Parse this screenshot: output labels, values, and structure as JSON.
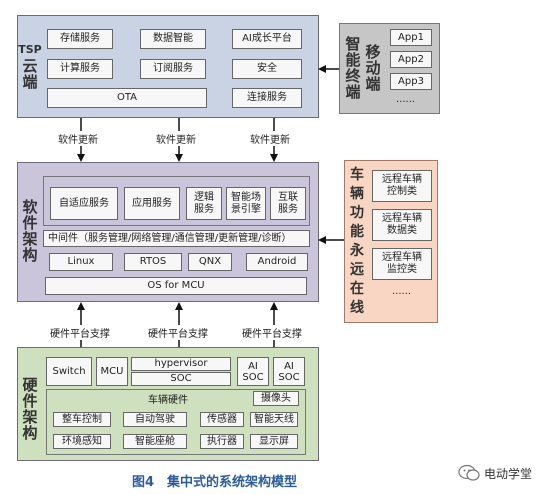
{
  "tsp": {
    "label_lines": [
      "TSP",
      "云",
      "端"
    ],
    "boxes": [
      "存储服务",
      "数据智能",
      "AI成长平台",
      "计算服务",
      "订阅服务",
      "安全",
      "OTA",
      "连接服务"
    ]
  },
  "terminal": {
    "label_lines": [
      "智",
      "能",
      "终",
      "端"
    ],
    "label2_lines": [
      "移",
      "动",
      "端"
    ],
    "apps": [
      "App1",
      "App2",
      "App3",
      "......"
    ]
  },
  "arrows_top": [
    "软件更新",
    "软件更新",
    "软件更新"
  ],
  "software": {
    "label_lines": [
      "软",
      "件",
      "架",
      "构"
    ],
    "services": [
      "自适应服务",
      "应用服务",
      "逻辑\n服务",
      "智能场\n景引擎",
      "互联\n服务"
    ],
    "middleware": "中间件（服务管理/网络管理/通信管理/更新管理/诊断）",
    "os": [
      "Linux",
      "RTOS",
      "QNX",
      "Android"
    ],
    "os_mcu": "OS for MCU"
  },
  "vehicle": {
    "label_lines": [
      "车",
      "辆",
      "功",
      "能",
      "永",
      "远",
      "在",
      "线"
    ],
    "items": [
      "远程车辆\n控制类",
      "远程车辆\n数据类",
      "远程车辆\n监控类",
      "......"
    ]
  },
  "arrows_bottom": [
    "硬件平台支撑",
    "硬件平台支撑",
    "硬件平台支撑"
  ],
  "hardware": {
    "label_lines": [
      "硬",
      "件",
      "架",
      "构"
    ],
    "switch": "Switch",
    "mcu": "MCU",
    "hypervisor": "hypervisor",
    "soc": "SOC",
    "ai_soc_1": "AI\nSOC",
    "ai_soc_2": "AI\nSOC",
    "vehicle_hw": "车辆硬件",
    "camera": "摄像头",
    "modules": [
      "整车控制",
      "自动驾驶",
      "传感器",
      "智能天线",
      "环境感知",
      "智能座舱",
      "执行器",
      "显示屏"
    ]
  },
  "caption": "图4　集中式的系统架构模型",
  "watermark": "电动学堂"
}
